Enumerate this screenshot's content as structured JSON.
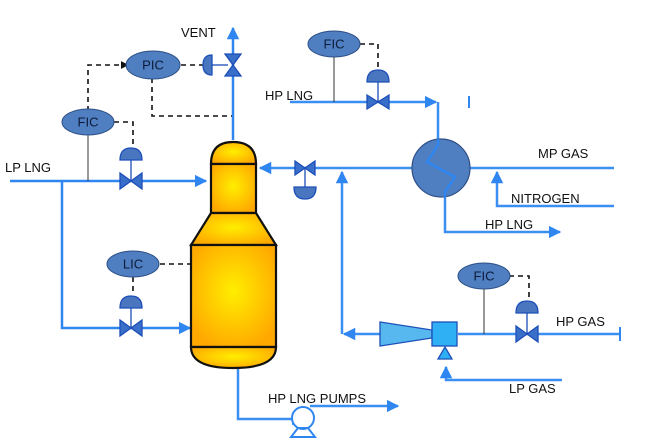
{
  "diagram": {
    "type": "process-flow-diagram",
    "colors": {
      "pipe": "#2f86f0",
      "instrument_bubble": "#4f7fc0",
      "valve": "#3a6fc9",
      "vessel_fill": "#ffb000",
      "vessel_highlight": "#ffee00",
      "compressor": "#57b8f0"
    },
    "stream_labels": {
      "vent": "VENT",
      "lp_lng": "LP LNG",
      "hp_lng_in": "HP LNG",
      "mp_gas": "MP GAS",
      "nitrogen": "NITROGEN",
      "hp_lng_out": "HP LNG",
      "hp_gas": "HP GAS",
      "lp_gas": "LP GAS",
      "hp_lng_pumps": "HP LNG PUMPS"
    },
    "instruments": {
      "pic": "PIC",
      "fic_lp": "FIC",
      "fic_hp": "FIC",
      "lic": "LIC",
      "fic_gas": "FIC"
    },
    "equipment": [
      "reflux drum / vessel",
      "heat exchanger",
      "control valves",
      "compressor",
      "mixer",
      "pump"
    ]
  }
}
